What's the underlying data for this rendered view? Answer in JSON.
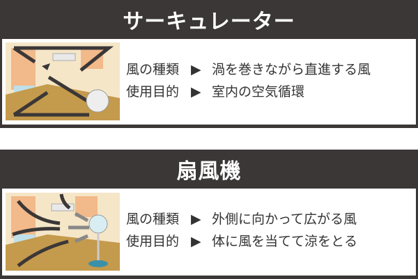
{
  "sections": [
    {
      "title": "サーキュレーター",
      "rows": [
        {
          "label": "風の種類",
          "value": "渦を巻きながら直進する風"
        },
        {
          "label": "使用目的",
          "value": "室内の空気循環"
        }
      ]
    },
    {
      "title": "扇風機",
      "rows": [
        {
          "label": "風の種類",
          "value": "外側に向かって広がる風"
        },
        {
          "label": "使用目的",
          "value": "体に風を当てて涼をとる"
        }
      ]
    }
  ],
  "arrow": "▶"
}
